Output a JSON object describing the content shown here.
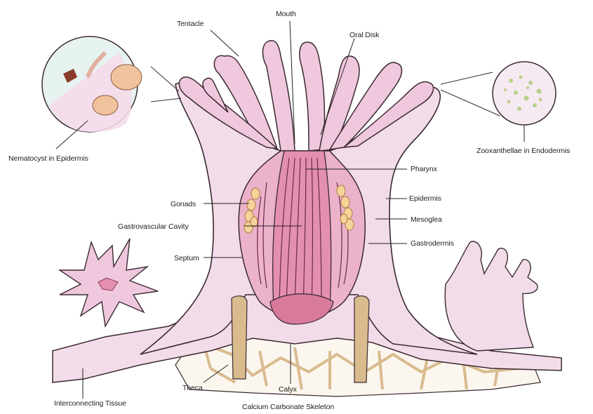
{
  "labels": {
    "tentacle": "Tentacle",
    "mouth": "Mouth",
    "oral_disk": "Oral Disk",
    "nematocyst": "Nematocyst in Epidermis",
    "zooxanthellae": "Zooxanthellae in Endodermis",
    "pharynx": "Pharynx",
    "epidermis": "Epidermis",
    "gonads": "Gonads",
    "mesoglea": "Mesoglea",
    "gastrovascular": "Gastrovascular Cavity",
    "gastrodermis": "Gastrodermis",
    "septum": "Septum",
    "theca": "Theca",
    "calyx": "Calyx",
    "interconnecting": "Interconnecting Tissue",
    "skeleton": "Calcium Carbonate Skeleton"
  },
  "colors": {
    "body": "#f3dcea",
    "tentacle": "#f0c8de",
    "pharynx": "#e48fb0",
    "cavity": "#ecb2cb",
    "gonad": "#f5d49a",
    "skeleton": "#d9bb8e",
    "outline": "#3a2a30"
  }
}
